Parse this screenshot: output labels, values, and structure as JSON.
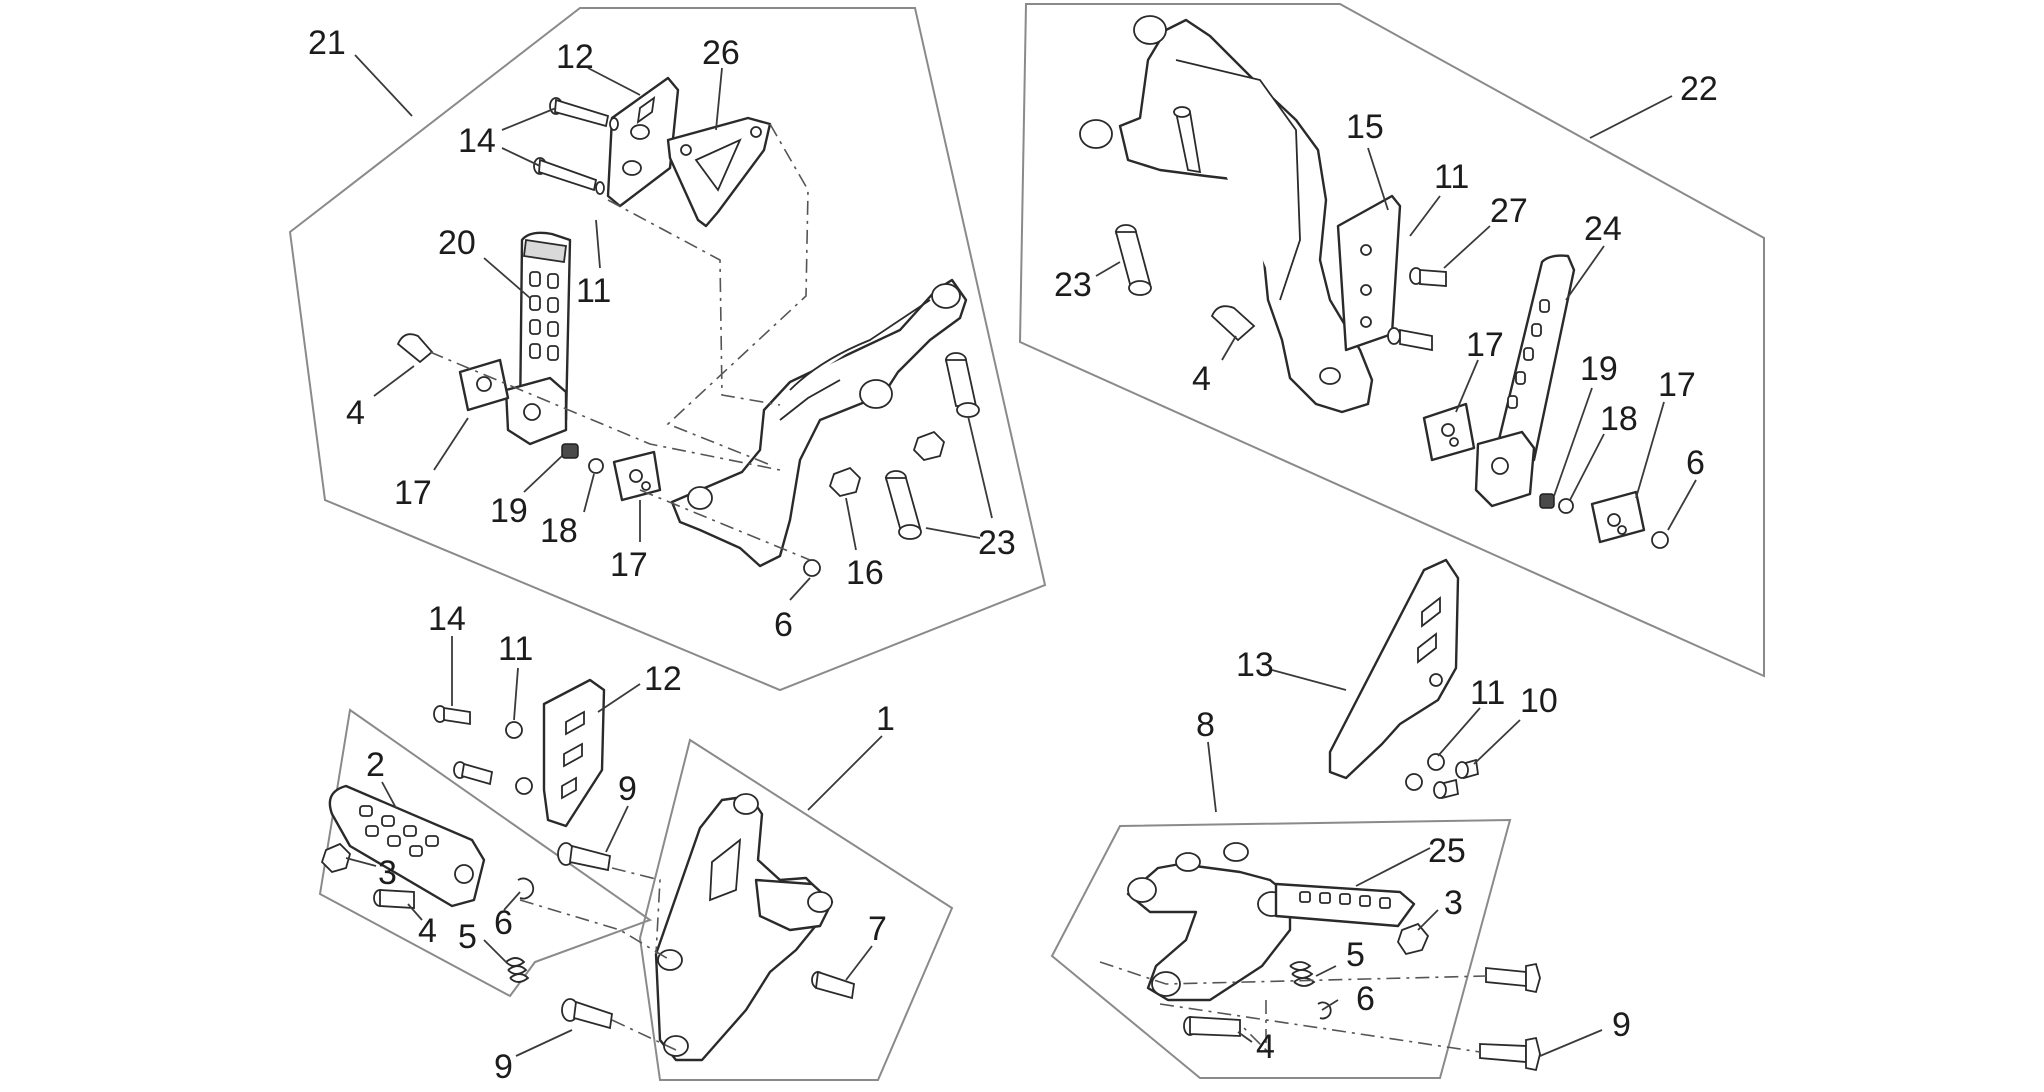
{
  "diagram": {
    "callouts": {
      "g21": [
        "21",
        "12",
        "26",
        "14",
        "20",
        "11",
        "4",
        "17",
        "19",
        "18",
        "17",
        "16",
        "6",
        "23"
      ],
      "g22": [
        "22",
        "15",
        "11",
        "27",
        "24",
        "23",
        "4",
        "17",
        "19",
        "18",
        "17",
        "6"
      ],
      "g1": [
        "14",
        "11",
        "12",
        "9",
        "1",
        "2",
        "3",
        "6",
        "4",
        "5",
        "7",
        "9"
      ],
      "g8": [
        "13",
        "11",
        "10",
        "8",
        "25",
        "3",
        "5",
        "6",
        "9",
        "4"
      ]
    }
  }
}
